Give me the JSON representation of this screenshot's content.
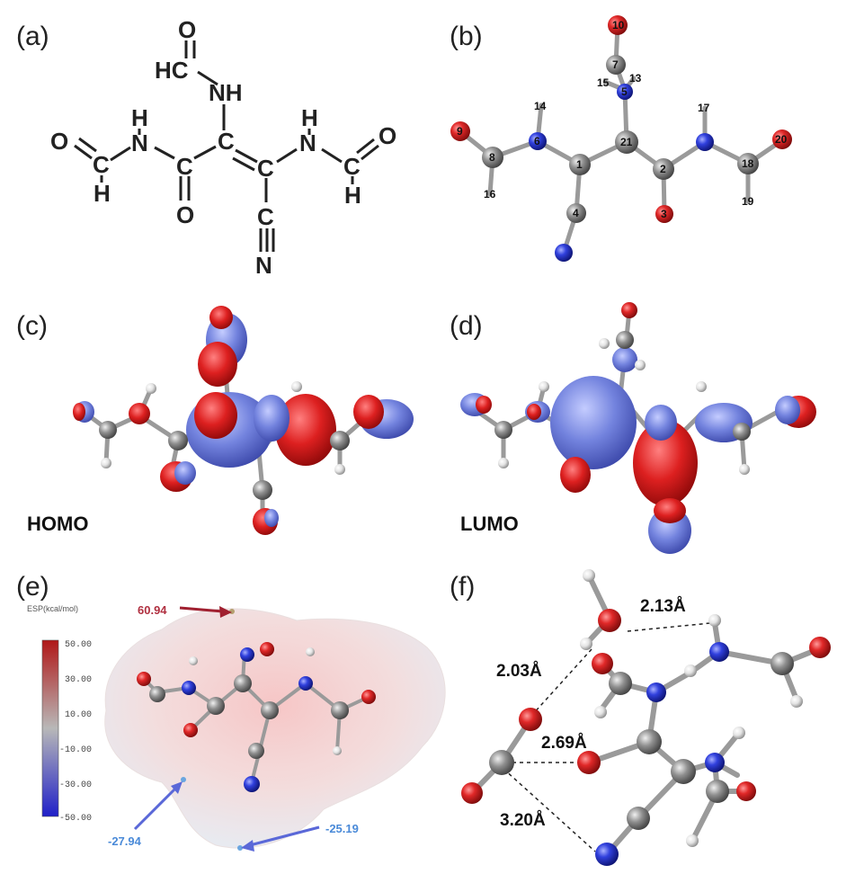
{
  "panels": {
    "a": "(a)",
    "b": "(b)",
    "c": "(c)",
    "d": "(d)",
    "e": "(e)",
    "f": "(f)"
  },
  "structure_a": {
    "hc": "HC",
    "o_top": "O",
    "nh_top": "NH",
    "h_left_n": "H",
    "n_left": "N",
    "o_left": "O",
    "c_left": "C",
    "h_left_c": "H",
    "c_amide_left": "C",
    "o_amide_left": "O",
    "c_center_left": "C",
    "c_center_right": "C",
    "h_right_n": "H",
    "n_right": "N",
    "c_right": "C",
    "o_right": "O",
    "h_right_c": "H",
    "c_cn": "C",
    "n_cn": "N"
  },
  "atom_numbers": [
    "10",
    "7",
    "15",
    "13",
    "5",
    "14",
    "17",
    "9",
    "6",
    "21",
    "20",
    "8",
    "1",
    "2",
    "18",
    "16",
    "4",
    "3",
    "19"
  ],
  "orbitals": {
    "homo": "HOMO",
    "lumo": "LUMO"
  },
  "esp": {
    "title": "ESP(kcal/mol)",
    "ticks": [
      "50.00",
      "30.00",
      "10.00",
      "-10.00",
      "-30.00",
      "-50.00"
    ],
    "max_label": "60.94",
    "min_label_1": "-27.94",
    "min_label_2": "-25.19"
  },
  "distances": [
    "2.13Å",
    "2.03Å",
    "2.69Å",
    "3.20Å"
  ],
  "colors": {
    "oxygen": "#d42424",
    "nitrogen": "#2a35d6",
    "carbon": "#8c8c8c",
    "hydrogen": "#e6e6e6",
    "orbital_pos": "#d42020",
    "orbital_neg": "#6f7fd8",
    "esp_max": "#b03040",
    "esp_min": "#4a8ad8"
  }
}
